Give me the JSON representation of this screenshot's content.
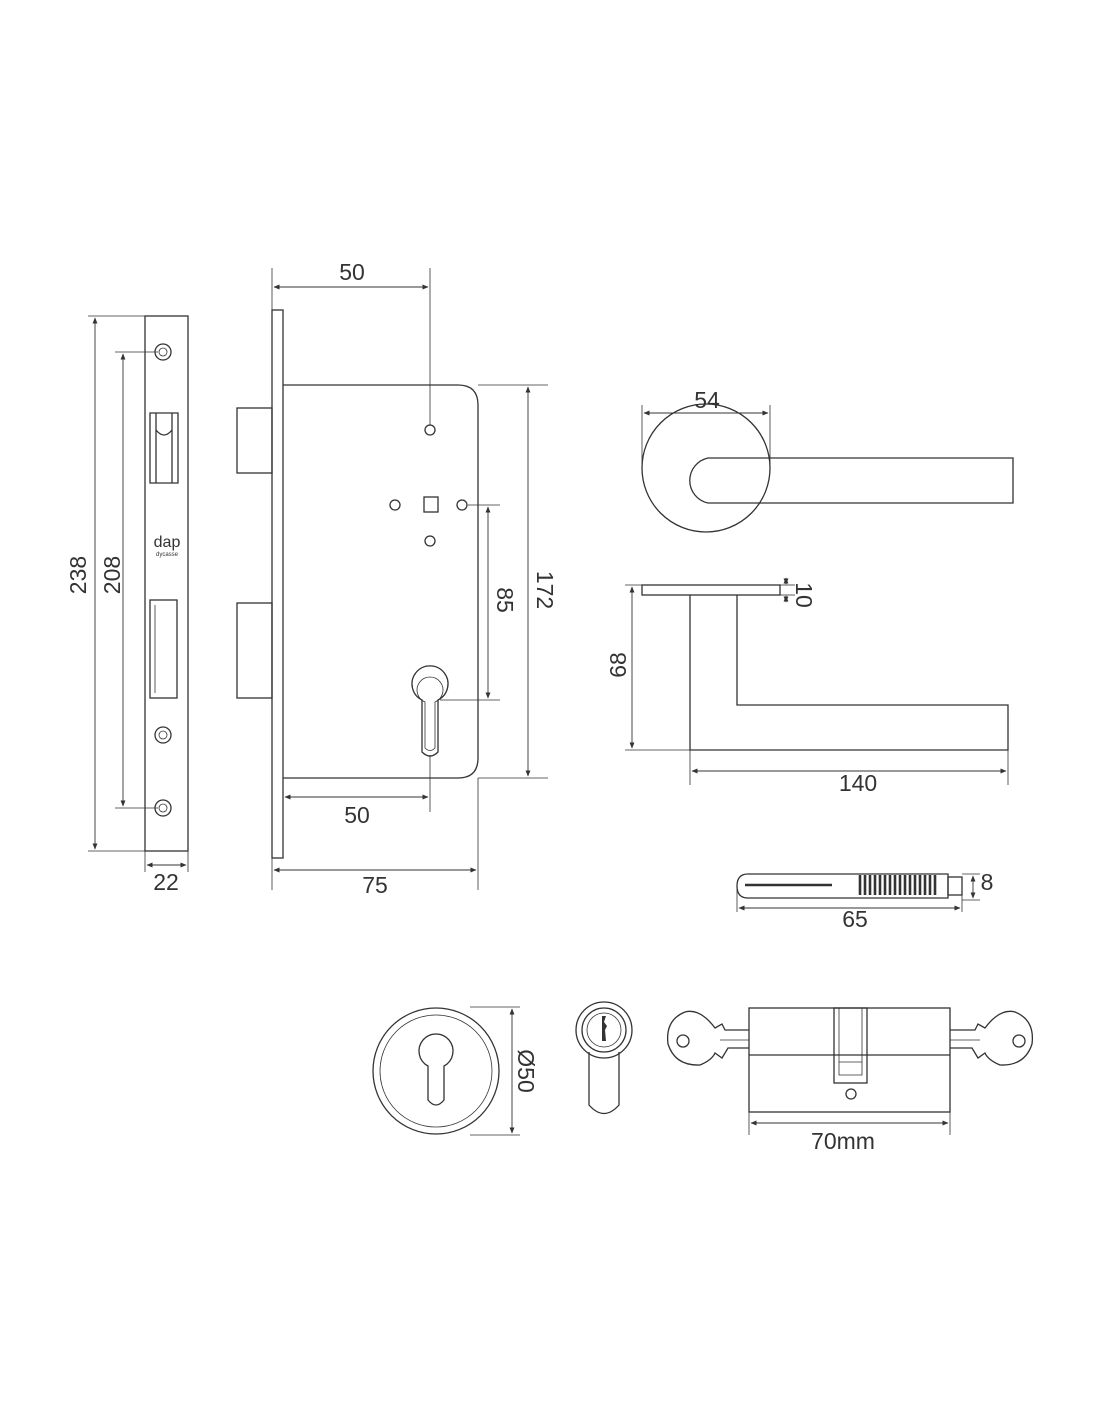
{
  "logo": {
    "brand": "dap",
    "sub": "dycasse"
  },
  "faceplate": {
    "height_total": "238",
    "hole_spacing": "208",
    "width": "22"
  },
  "lockcase": {
    "backset": "50",
    "height": "172",
    "center_distance": "85",
    "cylinder_backset": "50",
    "depth": "75"
  },
  "lever": {
    "rose_diameter": "54",
    "rose_thickness": "10",
    "projection": "68",
    "length": "140"
  },
  "spindle": {
    "size": "8",
    "length": "65"
  },
  "escutcheon": {
    "diameter": "Ø50"
  },
  "cylinder": {
    "length": "70mm"
  }
}
